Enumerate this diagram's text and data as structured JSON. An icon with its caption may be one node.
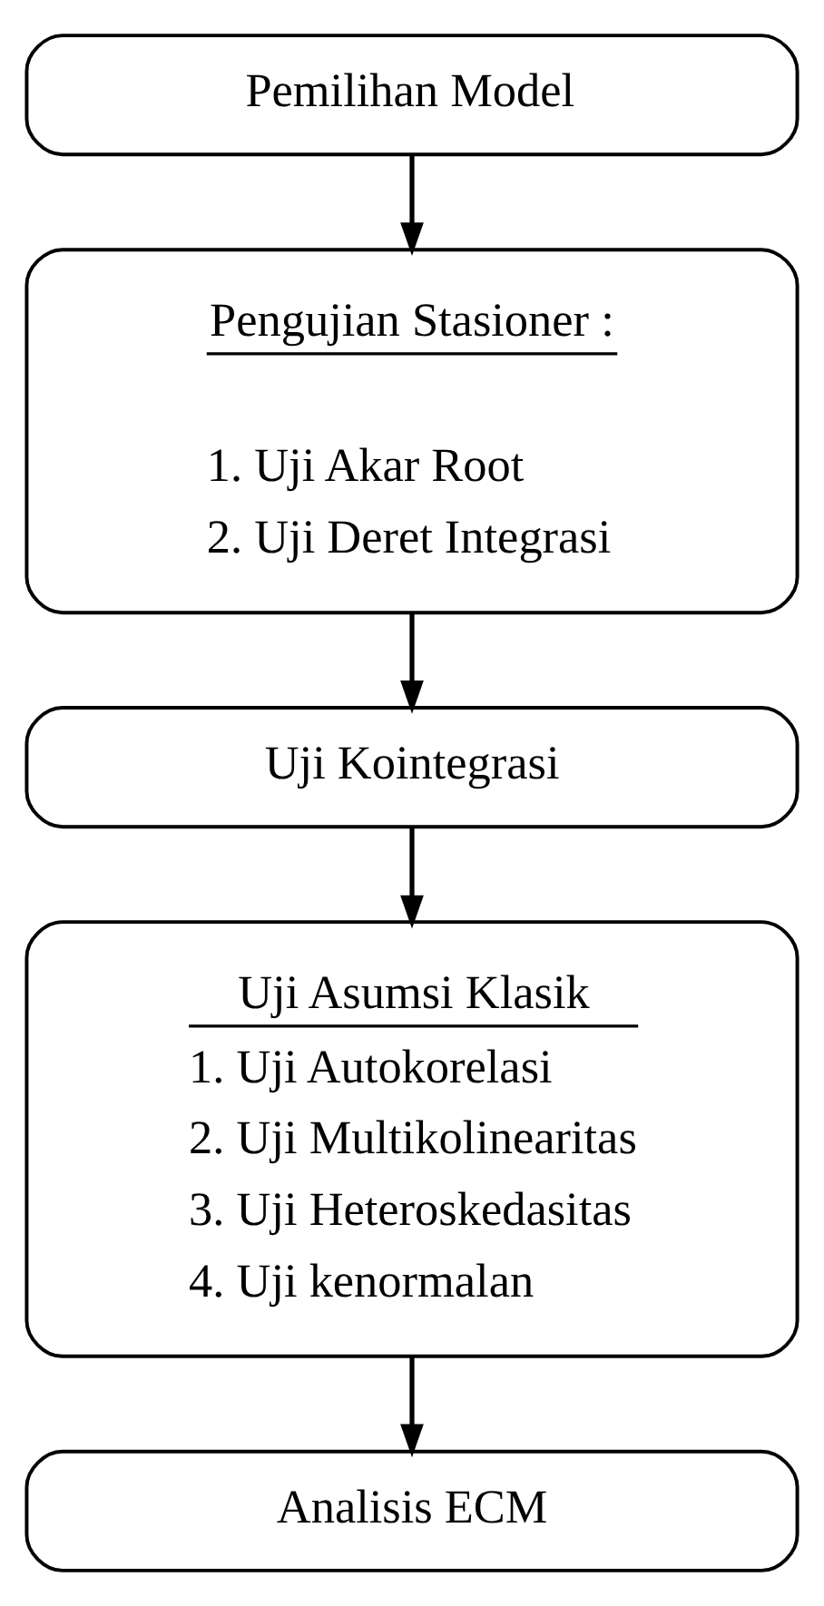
{
  "diagram": {
    "nodes": [
      {
        "text": [
          "Pemilihan Model"
        ]
      },
      {
        "text": [
          "Pengujian Stasioner :",
          "1. Uji Akar Root",
          "2. Uji Deret Integrasi"
        ]
      },
      {
        "text": [
          "Uji Kointegrasi"
        ]
      },
      {
        "text": [
          "Uji Asumsi Klasik",
          "1. Uji Autokorelasi",
          "2. Uji Multikolinearitas",
          "3. Uji Heteroskedasitas",
          "4. Uji kenormalan"
        ]
      },
      {
        "text": [
          "Analisis ECM"
        ]
      }
    ],
    "edges": [
      {
        "from": 0,
        "to": 1,
        "arrow": "to"
      },
      {
        "from": 1,
        "to": 2,
        "arrow": "to"
      },
      {
        "from": 2,
        "to": 3,
        "arrow": "to"
      },
      {
        "from": 3,
        "to": 4,
        "arrow": "to"
      }
    ]
  }
}
